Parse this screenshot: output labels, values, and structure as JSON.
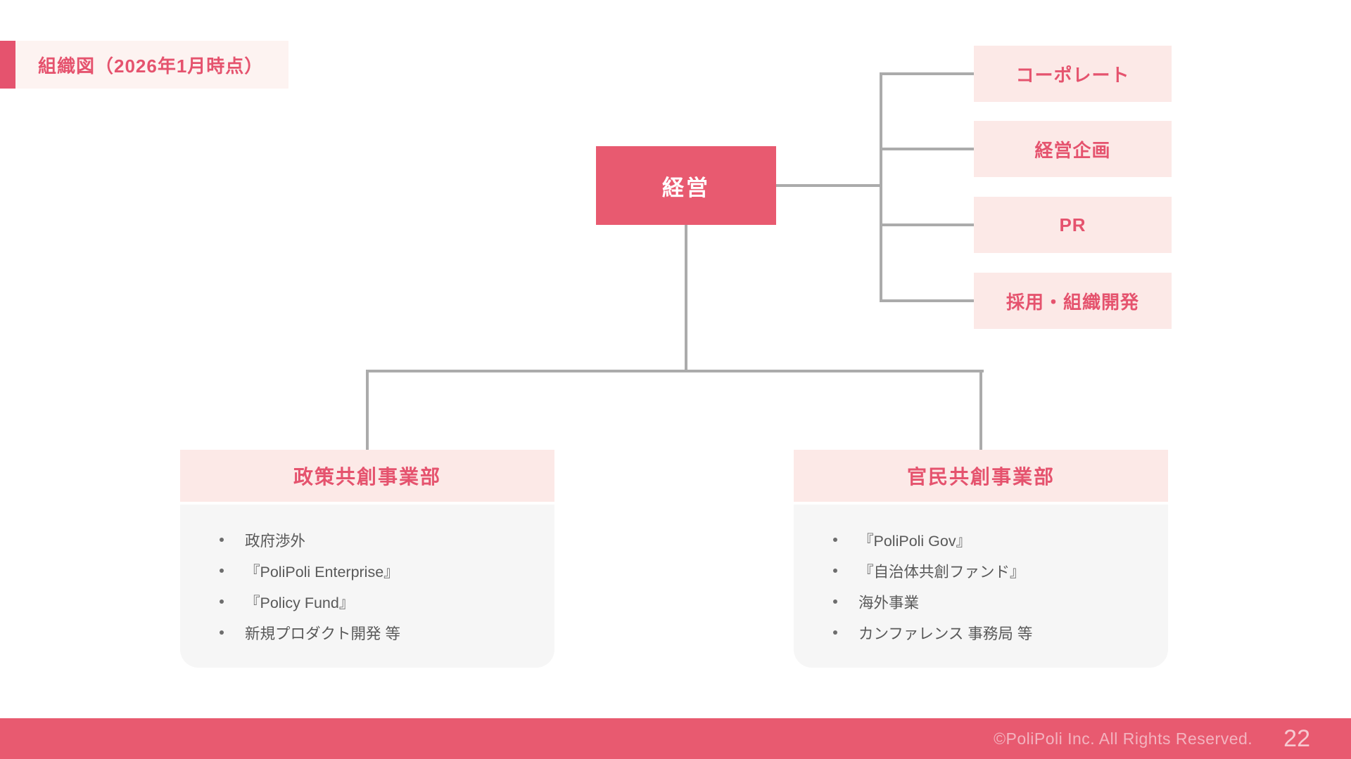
{
  "slide": {
    "title": "組織図（2026年1月時点）"
  },
  "org_chart": {
    "root": {
      "label": "経営"
    },
    "staff_units": [
      {
        "label": "コーポレート"
      },
      {
        "label": "経営企画"
      },
      {
        "label": "PR"
      },
      {
        "label": "採用・組織開発"
      }
    ],
    "departments": [
      {
        "name": "政策共創事業部",
        "items": [
          "政府渉外",
          "『PoliPoli Enterprise』",
          "『Policy Fund』",
          "新規プロダクト開発 等"
        ]
      },
      {
        "name": "官民共創事業部",
        "items": [
          "『PoliPoli Gov』",
          "『自治体共創ファンド』",
          "海外事業",
          "カンファレンス 事務局 等"
        ]
      }
    ]
  },
  "footer": {
    "copyright": "©PoliPoli Inc. All Rights Reserved.",
    "page_number": "22"
  },
  "colors": {
    "accent_red": "#E85A70",
    "text_red": "#E5536E",
    "pale_pink": "#FCE9E7",
    "title_banner_pink": "#FDF3F1",
    "body_gray": "#F6F6F6",
    "connector_gray": "#ABABAB",
    "list_text_gray": "#595959"
  }
}
